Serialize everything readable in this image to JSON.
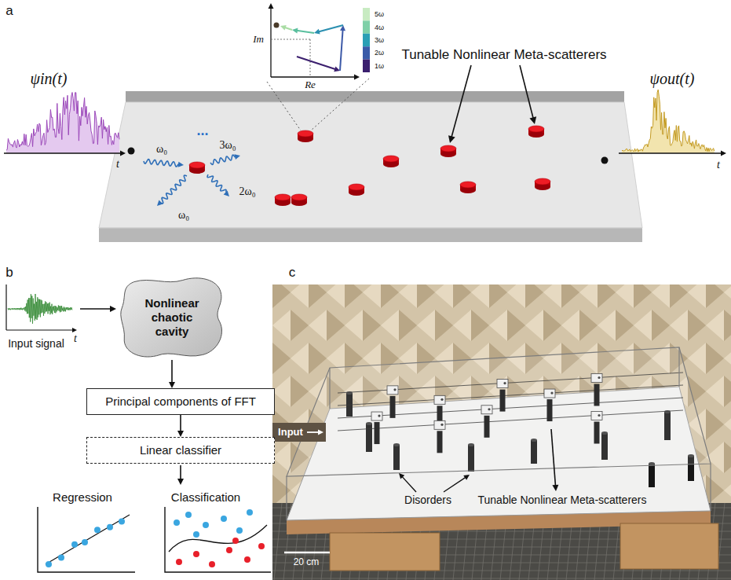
{
  "diagram": {
    "nodes": [
      {
        "text": [
          "Nonlinear chaotic cavity"
        ]
      },
      {
        "text": [
          "Principal components of FFT"
        ]
      },
      {
        "text": [
          "Linear classifier"
        ]
      }
    ],
    "edges": [
      {
        "from": 0,
        "to": 1,
        "arrow": "to"
      },
      {
        "from": 1,
        "to": 2,
        "arrow": "to"
      }
    ],
    "labels": [
      "a",
      "Im",
      "Re",
      "5ω",
      "4ω",
      "3ω",
      "2ω",
      "1ω",
      "Tunable Nonlinear Meta-scatterers",
      "ψin(t)",
      "t",
      "ω₀",
      "...",
      "3ω₀",
      "2ω₀",
      "ω₀",
      "ψout(t)",
      "t",
      "b",
      "Input signal",
      "t",
      "Regression",
      "Classification",
      "c",
      "Input",
      "Disorders",
      "Tunable Nonlinear Meta-scatterers",
      "20 cm"
    ]
  }
}
